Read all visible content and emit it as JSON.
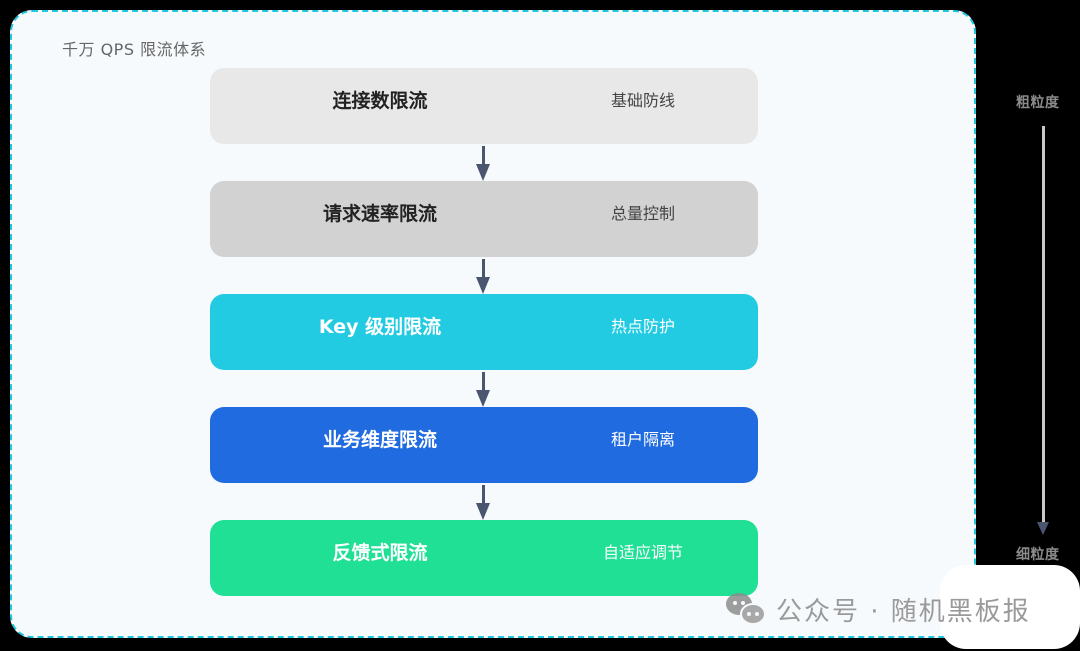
{
  "diagram": {
    "title": "千万 QPS 限流体系",
    "layers": [
      {
        "name": "连接数限流",
        "desc": "基础防线",
        "bg": "#e8e8e8",
        "name_color": "#222222",
        "desc_color": "#444444"
      },
      {
        "name": "请求速率限流",
        "desc": "总量控制",
        "bg": "#d2d2d2",
        "name_color": "#222222",
        "desc_color": "#444444"
      },
      {
        "name": "Key 级别限流",
        "desc": "热点防护",
        "bg": "#22cbe2",
        "name_color": "#ffffff",
        "desc_color": "#ffffff"
      },
      {
        "name": "业务维度限流",
        "desc": "租户隔离",
        "bg": "#206be0",
        "name_color": "#ffffff",
        "desc_color": "#ffffff"
      },
      {
        "name": "反馈式限流",
        "desc": "自适应调节",
        "bg": "#20e096",
        "name_color": "#ffffff",
        "desc_color": "#ffffff"
      }
    ],
    "arrow_color": "#4a5670",
    "border_color": "#22c6e0",
    "granularity": {
      "top_label": "粗粒度",
      "bottom_label": "细粒度"
    }
  },
  "watermark": {
    "icon": "wechat-icon",
    "text": "公众号 · 随机黑板报"
  }
}
